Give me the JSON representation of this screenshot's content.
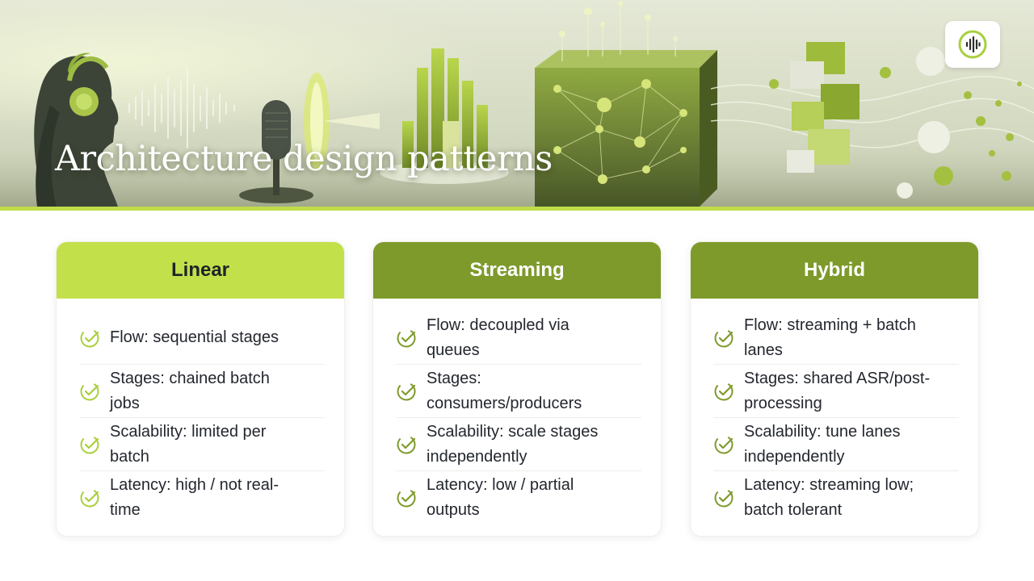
{
  "slide": {
    "title": "Architecture design patterns",
    "colors": {
      "accent_lime": "#c2e04a",
      "accent_olive": "#7e9a2b",
      "text_dark": "#1f2329",
      "check_color": "#a9cf3c"
    },
    "logo_icon": "audio-waveform-icon"
  },
  "cards": [
    {
      "title": "Linear",
      "rows": [
        "Flow: sequential stages",
        "Stages: chained batch jobs",
        "Scalability: limited per batch",
        "Latency: high / not real-time"
      ]
    },
    {
      "title": "Streaming",
      "rows": [
        "Flow: decoupled via queues",
        "Stages: consumers/producers",
        "Scalability: scale stages independently",
        "Latency: low / partial outputs"
      ]
    },
    {
      "title": "Hybrid",
      "rows": [
        "Flow: streaming + batch lanes",
        "Stages: shared ASR/post-processing",
        "Scalability: tune lanes independently",
        "Latency: streaming low; batch tolerant"
      ]
    }
  ]
}
